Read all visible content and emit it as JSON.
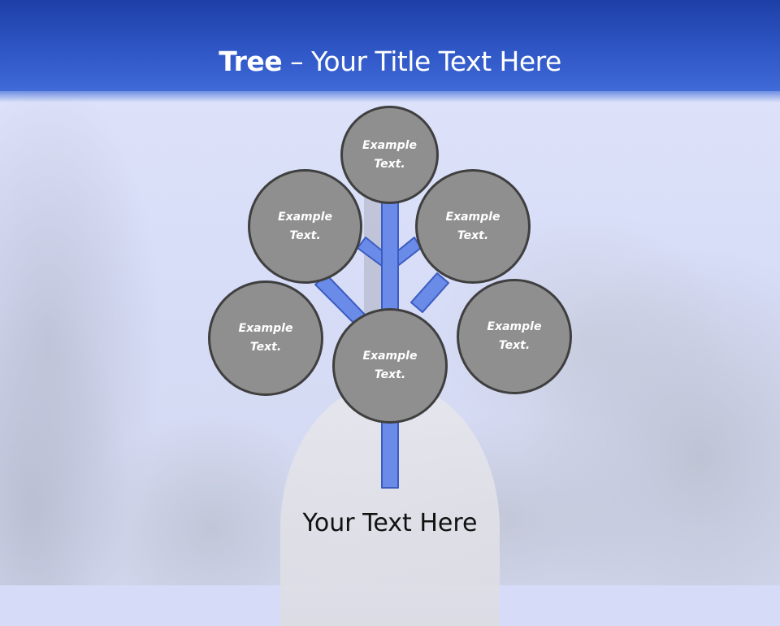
{
  "slide": {
    "title_bold": "Tree",
    "title_rest": " – Your Title Text Here",
    "footer_text": "Your Text Here"
  },
  "diagram": {
    "type": "tree",
    "colors": {
      "header": "#2b52c0",
      "branch": "#6a8be8",
      "branch_outline": "#3c5cc0",
      "node_fill": "#8f8f8f",
      "node_border": "#3f3f3f",
      "node_text": "#ffffff"
    },
    "nodes": [
      {
        "id": "top",
        "label": "Example Text."
      },
      {
        "id": "upper-left",
        "label": "Example Text."
      },
      {
        "id": "upper-right",
        "label": "Example Text."
      },
      {
        "id": "left",
        "label": "Example Text."
      },
      {
        "id": "center",
        "label": "Example Text."
      },
      {
        "id": "right",
        "label": "Example Text."
      }
    ]
  }
}
